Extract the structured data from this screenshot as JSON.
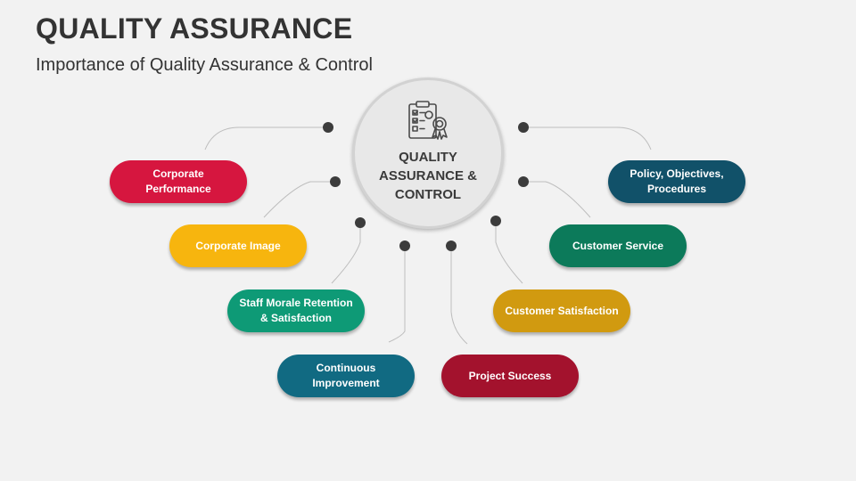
{
  "header": {
    "title": "QUALITY ASSURANCE",
    "subtitle": "Importance of Quality Assurance & Control"
  },
  "hub": {
    "label": "QUALITY\nASSURANCE &\nCONTROL",
    "icon": "clipboard-award-icon"
  },
  "items": [
    {
      "label": "Corporate\nPerformance",
      "color": "#d6163f"
    },
    {
      "label": "Corporate Image",
      "color": "#f7b50e"
    },
    {
      "label": "Staff Morale Retention\n& Satisfaction",
      "color": "#0e9a76"
    },
    {
      "label": "Continuous\nImprovement",
      "color": "#116a82"
    },
    {
      "label": "Project Success",
      "color": "#a3122d"
    },
    {
      "label": "Customer Satisfaction",
      "color": "#d19a10"
    },
    {
      "label": "Customer Service",
      "color": "#0c7a5a"
    },
    {
      "label": "Policy, Objectives,\nProcedures",
      "color": "#115169"
    }
  ]
}
